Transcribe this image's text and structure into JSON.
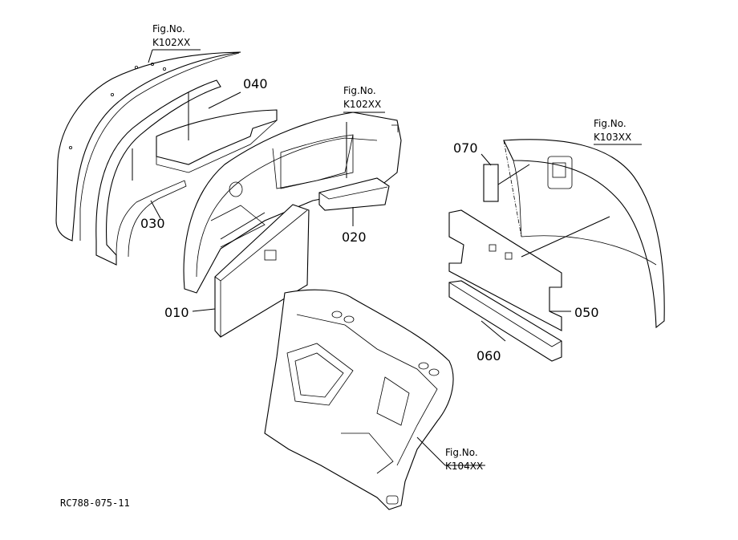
{
  "figure_refs": {
    "top_left": {
      "line1": "Fig.No.",
      "line2": "K102XX"
    },
    "top_center": {
      "line1": "Fig.No.",
      "line2": "K102XX"
    },
    "right": {
      "line1": "Fig.No.",
      "line2": "K103XX"
    },
    "bottom": {
      "line1": "Fig.No.",
      "line2": "K104XX"
    }
  },
  "part_labels": {
    "p010": "010",
    "p020": "020",
    "p030": "030",
    "p040": "040",
    "p050": "050",
    "p060": "060",
    "p070": "070"
  },
  "drawing_code": "RC788-075-11"
}
